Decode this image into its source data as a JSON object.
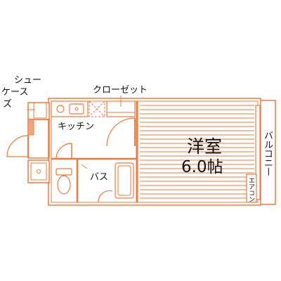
{
  "colors": {
    "wall": "#EE7A3E",
    "wall_fill": "#F6A47A",
    "floor_lines": "#EE7A3E",
    "fixtures": "#EE7A3E",
    "text": "#111111",
    "background": "#FFFFFF"
  },
  "labels": {
    "shoe_case_line1": "シュー",
    "shoe_case_line2": "ケース",
    "shoe_case_line3": "ズ",
    "closet": "クローゼット",
    "kitchen": "キッチン",
    "bath": "バス",
    "room_name": "洋室",
    "room_size": "6.0帖",
    "balcony": "バルコニー",
    "aircon": "エアコン"
  }
}
